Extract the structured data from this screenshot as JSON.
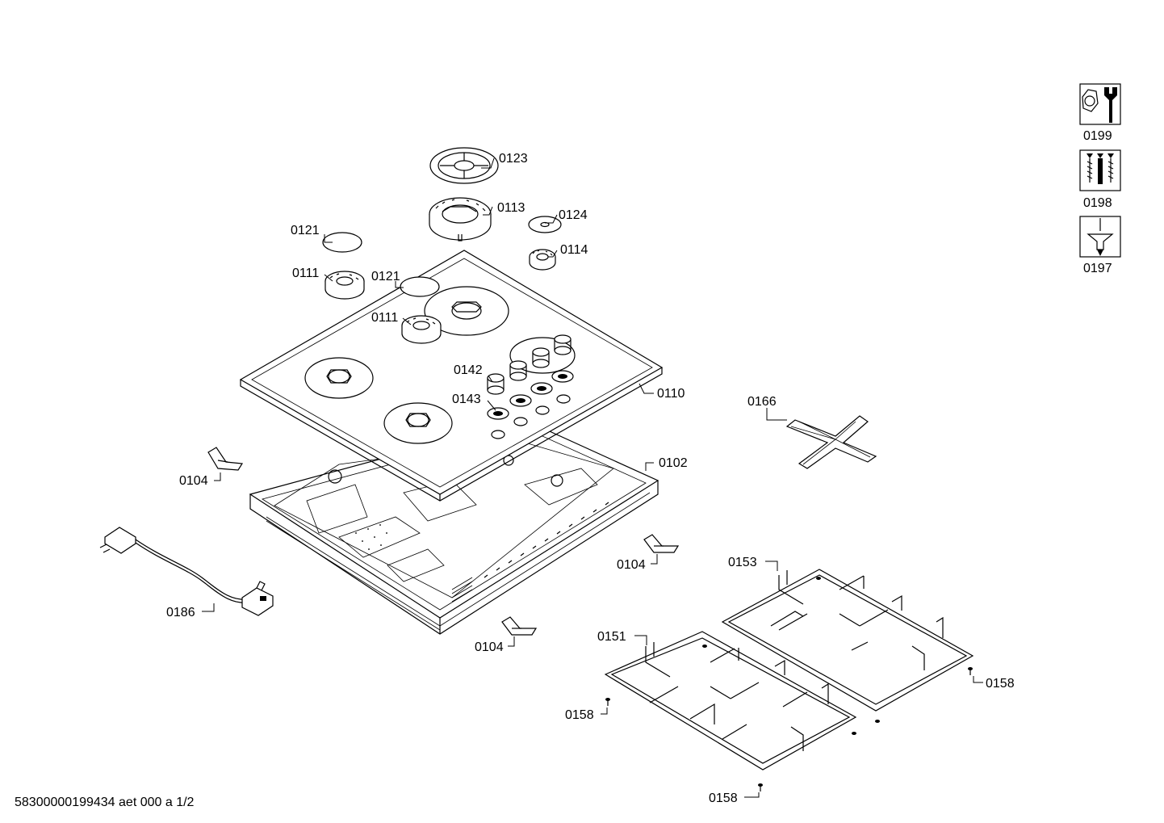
{
  "doc_id": "58300000199434 aet 000 a 1/2",
  "legend": [
    {
      "icon": "wrench-nut-icon",
      "code": "0199"
    },
    {
      "icon": "screws-icon",
      "code": "0198"
    },
    {
      "icon": "screwdriver-icon",
      "code": "0197"
    }
  ],
  "callouts": {
    "c0123": "0123",
    "c0113": "0113",
    "c0124": "0124",
    "c0121a": "0121",
    "c0114": "0114",
    "c0111a": "0111",
    "c0121b": "0121",
    "c0111b": "0111",
    "c0142": "0142",
    "c0143": "0143",
    "c0110": "0110",
    "c0166": "0166",
    "c0102": "0102",
    "c0104a": "0104",
    "c0104b": "0104",
    "c0104c": "0104",
    "c0186": "0186",
    "c0153": "0153",
    "c0151": "0151",
    "c0158a": "0158",
    "c0158b": "0158",
    "c0158c": "0158"
  }
}
